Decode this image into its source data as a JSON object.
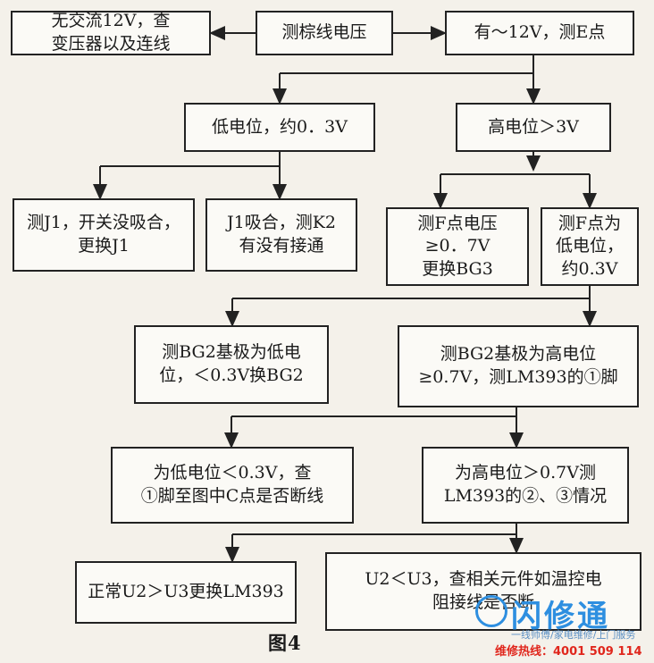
{
  "boxes": {
    "no_ac": "无交流12V，查\n变压器以及连线",
    "measure_brown": "测棕线电压",
    "has_ac": "有～12V，测E点",
    "low_level": "低电位，约0．3V",
    "high_level": "高电位＞3V",
    "j1_not_closed": "测J1，开关没吸合，\n更换J1",
    "j1_closed": "J1吸合，测K2\n有没有接通",
    "f_voltage": "测F点电压\n≥0．7V\n更换BG3",
    "f_low": "测F点为\n低电位，\n约0.3V",
    "bg2_low": "测BG2基极为低电\n位，＜0.3V换BG2",
    "bg2_high": "测BG2基极为高电位\n≥0.7V，测LM393的①脚",
    "check_c": "为低电位＜0.3V，查\n①脚至图中C点是否断线",
    "lm393_pins": "为高电位＞0.7V测\nLM393的②、③情况",
    "replace_lm393": "正常U2＞U3更换LM393",
    "check_parts": "U2＜U3，查相关元件如温控电\n阻接线是否断"
  },
  "caption": "图4",
  "watermark": {
    "name": "闪修通",
    "slogan": "一线师傅/家电维修/上门服务",
    "hotline": "维修热线：4001 509 114",
    "brand_color": "#2e8fe0",
    "hotline_color": "#e0261c"
  }
}
